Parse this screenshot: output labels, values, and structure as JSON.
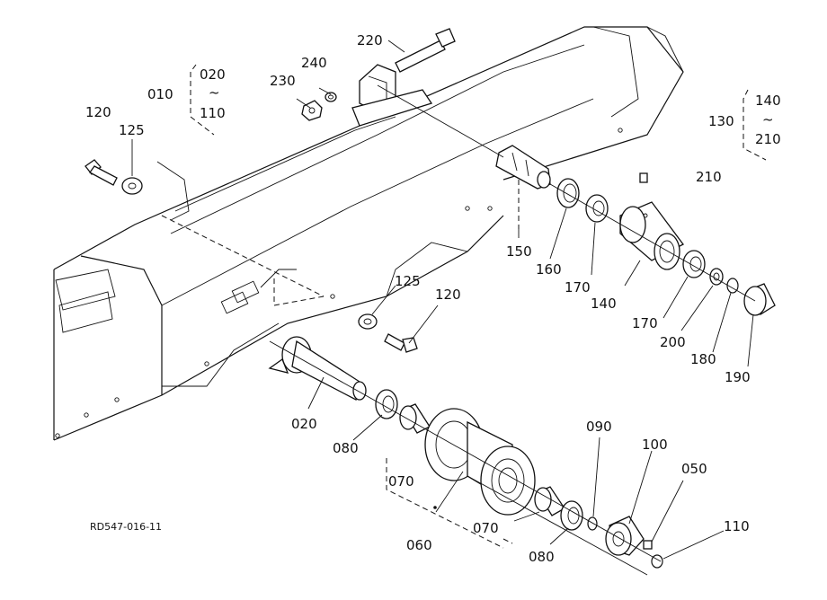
{
  "labels": {
    "l010": "010",
    "l020a": "020",
    "tilde_a": "~",
    "l110a": "110",
    "l120a": "120",
    "l125a": "125",
    "l230": "230",
    "l240": "240",
    "l220": "220",
    "l140a": "140",
    "tilde_b": "~",
    "l210a": "210",
    "l130": "130",
    "l210b": "210",
    "l150": "150",
    "l160": "160",
    "l170a": "170",
    "l140b": "140",
    "l170b": "170",
    "l200": "200",
    "l180": "180",
    "l190": "190",
    "l125b": "125",
    "l120b": "120",
    "l020b": "020",
    "l080a": "080",
    "l070a": "070",
    "l060": "060",
    "l070b": "070",
    "l080b": "080",
    "l090": "090",
    "l100": "100",
    "l050": "050",
    "l110b": "110"
  },
  "reference_code": "RD547-016-11"
}
